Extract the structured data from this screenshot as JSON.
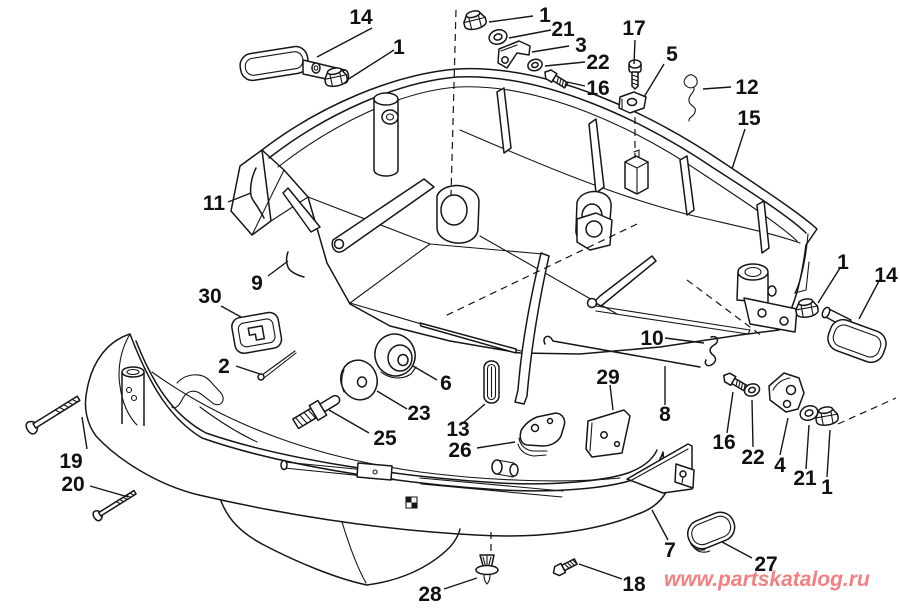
{
  "diagram": {
    "type": "exploded-parts-diagram",
    "background_color": "#ffffff",
    "line_color": "#161616",
    "watermark": {
      "text": "www.partskatalog.ru",
      "color": "#f28080"
    },
    "callouts": [
      {
        "label": "14"
      },
      {
        "label": "1"
      },
      {
        "label": "1"
      },
      {
        "label": "21"
      },
      {
        "label": "3"
      },
      {
        "label": "22"
      },
      {
        "label": "16"
      },
      {
        "label": "17"
      },
      {
        "label": "5"
      },
      {
        "label": "12"
      },
      {
        "label": "15"
      },
      {
        "label": "11"
      },
      {
        "label": "9"
      },
      {
        "label": "30"
      },
      {
        "label": "2"
      },
      {
        "label": "6"
      },
      {
        "label": "23"
      },
      {
        "label": "25"
      },
      {
        "label": "13"
      },
      {
        "label": "26"
      },
      {
        "label": "29"
      },
      {
        "label": "10"
      },
      {
        "label": "8"
      },
      {
        "label": "1"
      },
      {
        "label": "14"
      },
      {
        "label": "16"
      },
      {
        "label": "22"
      },
      {
        "label": "4"
      },
      {
        "label": "21"
      },
      {
        "label": "1"
      },
      {
        "label": "19"
      },
      {
        "label": "20"
      },
      {
        "label": "7"
      },
      {
        "label": "27"
      },
      {
        "label": "18"
      },
      {
        "label": "28"
      }
    ]
  }
}
